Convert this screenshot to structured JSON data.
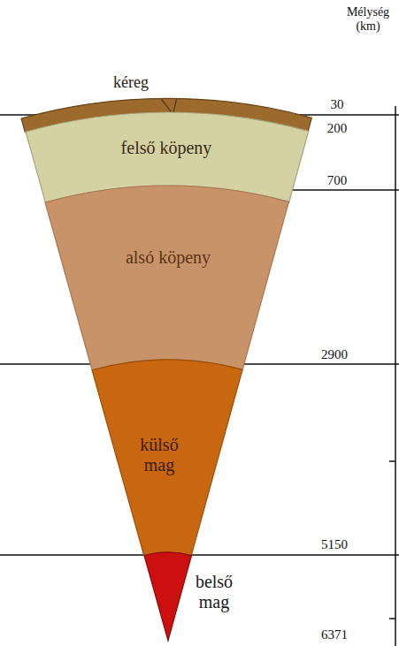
{
  "diagram": {
    "nodes": [
      {
        "text": [
          "kéreg"
        ]
      },
      {
        "text": [
          "felső köpeny"
        ]
      },
      {
        "text": [
          "alsó köpeny"
        ]
      },
      {
        "text": [
          "külső mag"
        ]
      },
      {
        "text": [
          "belső mag"
        ]
      }
    ],
    "labels": [
      "Mélység (km)",
      "30",
      "200",
      "700",
      "2900",
      "5150",
      "6371"
    ]
  }
}
